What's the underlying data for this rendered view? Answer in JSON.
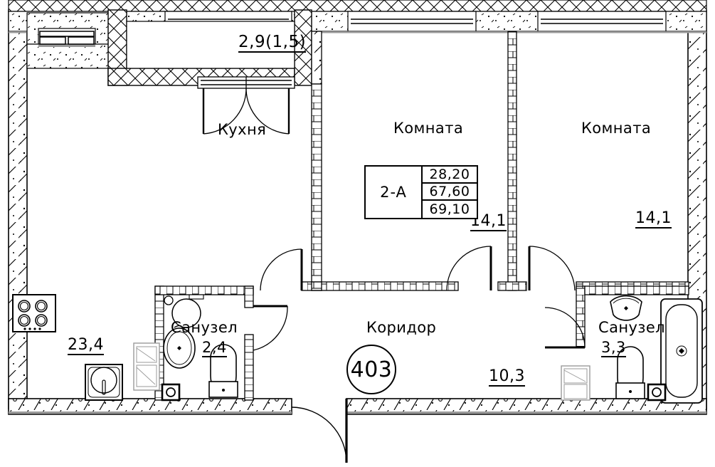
{
  "plan": {
    "apartment_number": "403",
    "spec": {
      "type": "2-A",
      "living_area": "28,20",
      "area_without_balcony": "67,60",
      "total_area": "69,10"
    },
    "balcony": {
      "label": "2,9(1,5)"
    },
    "rooms": [
      {
        "name": "Кухня",
        "area": "23,4",
        "key": "kitchen"
      },
      {
        "name": "Комната",
        "area": "14,1",
        "key": "room-1"
      },
      {
        "name": "Комната",
        "area": "14,1",
        "key": "room-2"
      },
      {
        "name": "Коридор",
        "area": "10,3",
        "key": "corridor"
      },
      {
        "name": "Санузел",
        "area": "2,4",
        "key": "bathroom-left"
      },
      {
        "name": "Санузел",
        "area": "3,3",
        "key": "bathroom-right"
      }
    ],
    "colors": {
      "line": "#000000",
      "wall_fill": "#ffffff",
      "hatch": "#1a1a1a",
      "shadow": "#9a9a9a"
    },
    "fixtures": [
      {
        "name": "cooktop-4-burner",
        "room": "kitchen"
      },
      {
        "name": "kitchen-sink",
        "room": "kitchen"
      },
      {
        "name": "washing-machine",
        "room": "kitchen"
      },
      {
        "name": "washbasin",
        "room": "bathroom-left"
      },
      {
        "name": "toilet",
        "room": "bathroom-left"
      },
      {
        "name": "washbasin",
        "room": "bathroom-right"
      },
      {
        "name": "toilet",
        "room": "bathroom-right"
      },
      {
        "name": "bathtub",
        "room": "bathroom-right"
      }
    ]
  }
}
